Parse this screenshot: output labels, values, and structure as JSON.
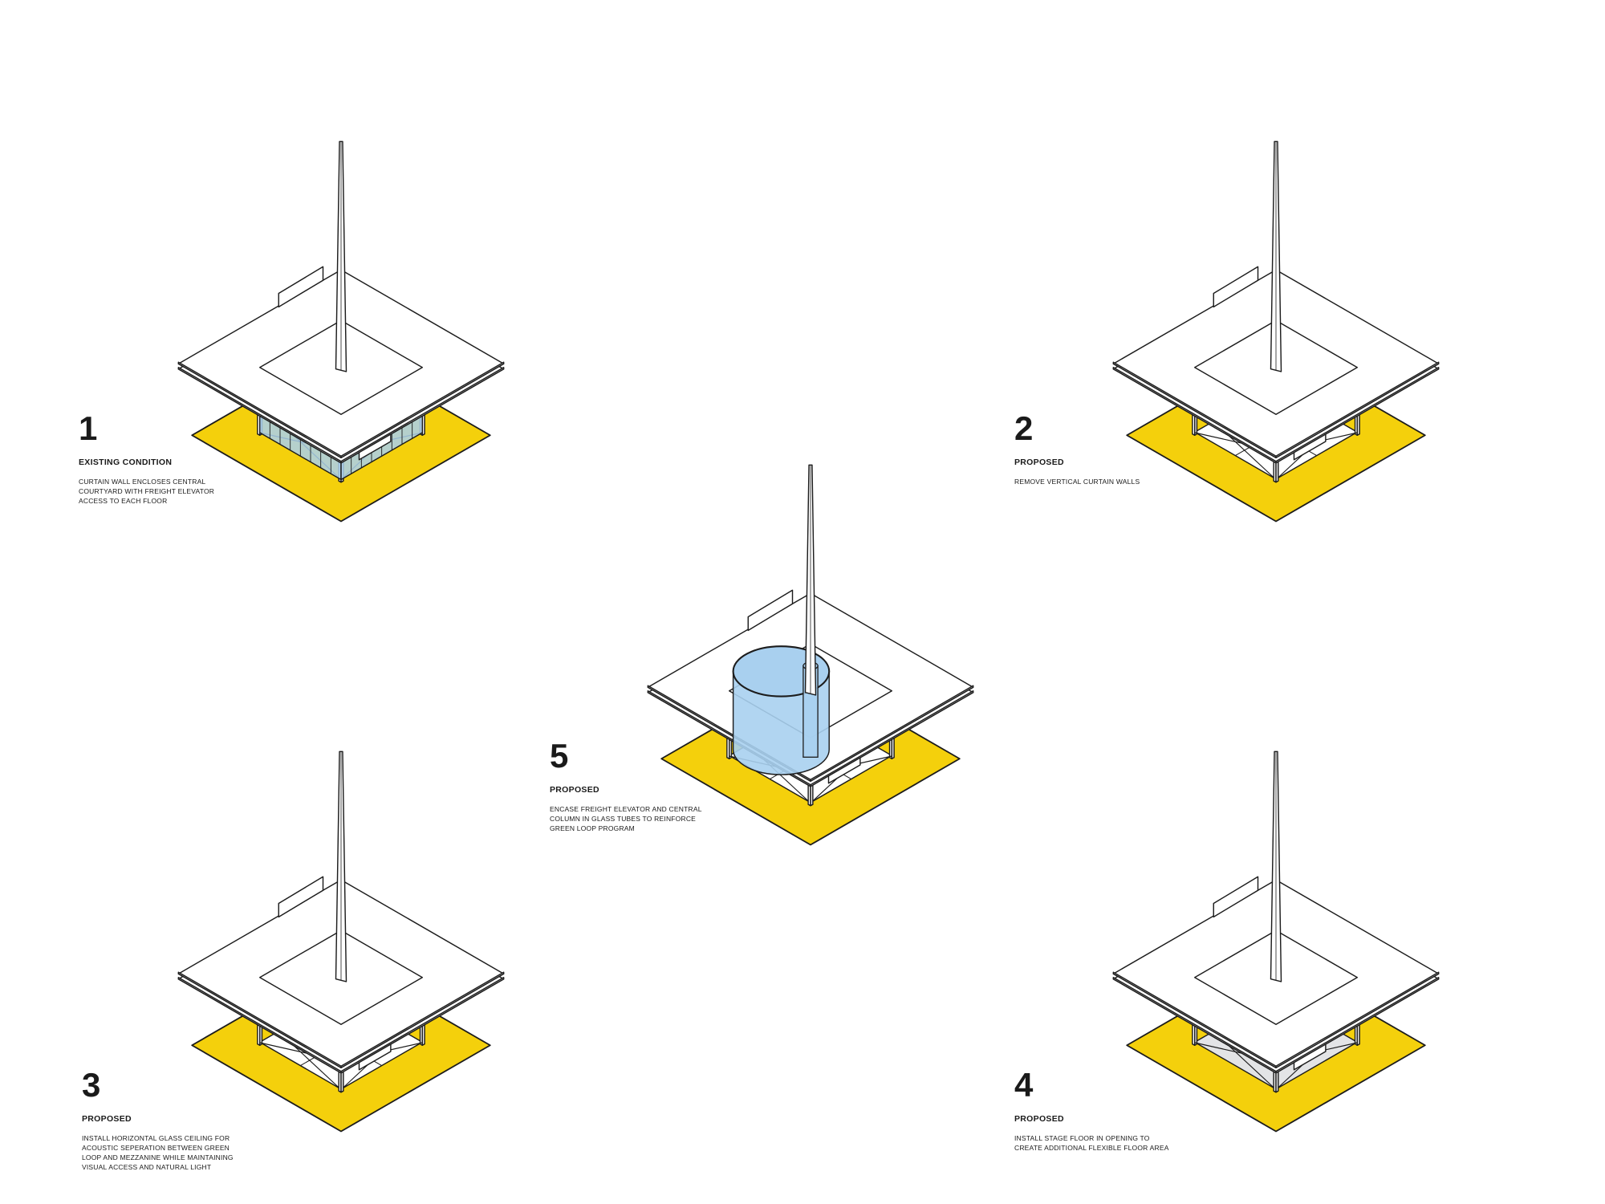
{
  "colors": {
    "ground": "#f4d00c",
    "glass": "#a9d0ef",
    "stage": "#e3e4e6",
    "line": "#1c1c1c",
    "face": "#ffffff",
    "shade": "#e9e9e9"
  },
  "steps": [
    {
      "id": "1",
      "number": "1",
      "heading": "EXISTING CONDITION",
      "description": "CURTAIN WALL ENCLOSES CENTRAL\nCOURTYARD WITH FREIGHT ELEVATOR\nACCESS TO EACH FLOOR",
      "variant": "curtain-wall"
    },
    {
      "id": "2",
      "number": "2",
      "heading": "PROPOSED",
      "description": "REMOVE VERTICAL CURTAIN WALLS",
      "variant": "open"
    },
    {
      "id": "5",
      "number": "5",
      "heading": "PROPOSED",
      "description": "ENCASE FREIGHT ELEVATOR AND CENTRAL\nCOLUMN IN GLASS TUBES TO REINFORCE\nGREEN LOOP PROGRAM",
      "variant": "glass-tubes"
    },
    {
      "id": "3",
      "number": "3",
      "heading": "PROPOSED",
      "description": "INSTALL HORIZONTAL  GLASS CEILING FOR\nACOUSTIC SEPERATION BETWEEN GREEN\nLOOP AND MEZZANINE WHILE MAINTAINING\nVISUAL ACCESS AND NATURAL LIGHT",
      "variant": "glass-ceiling"
    },
    {
      "id": "4",
      "number": "4",
      "heading": "PROPOSED",
      "description": "INSTALL STAGE FLOOR IN OPENING TO\nCREATE ADDITIONAL FLEXIBLE FLOOR AREA",
      "variant": "stage-floor"
    }
  ]
}
